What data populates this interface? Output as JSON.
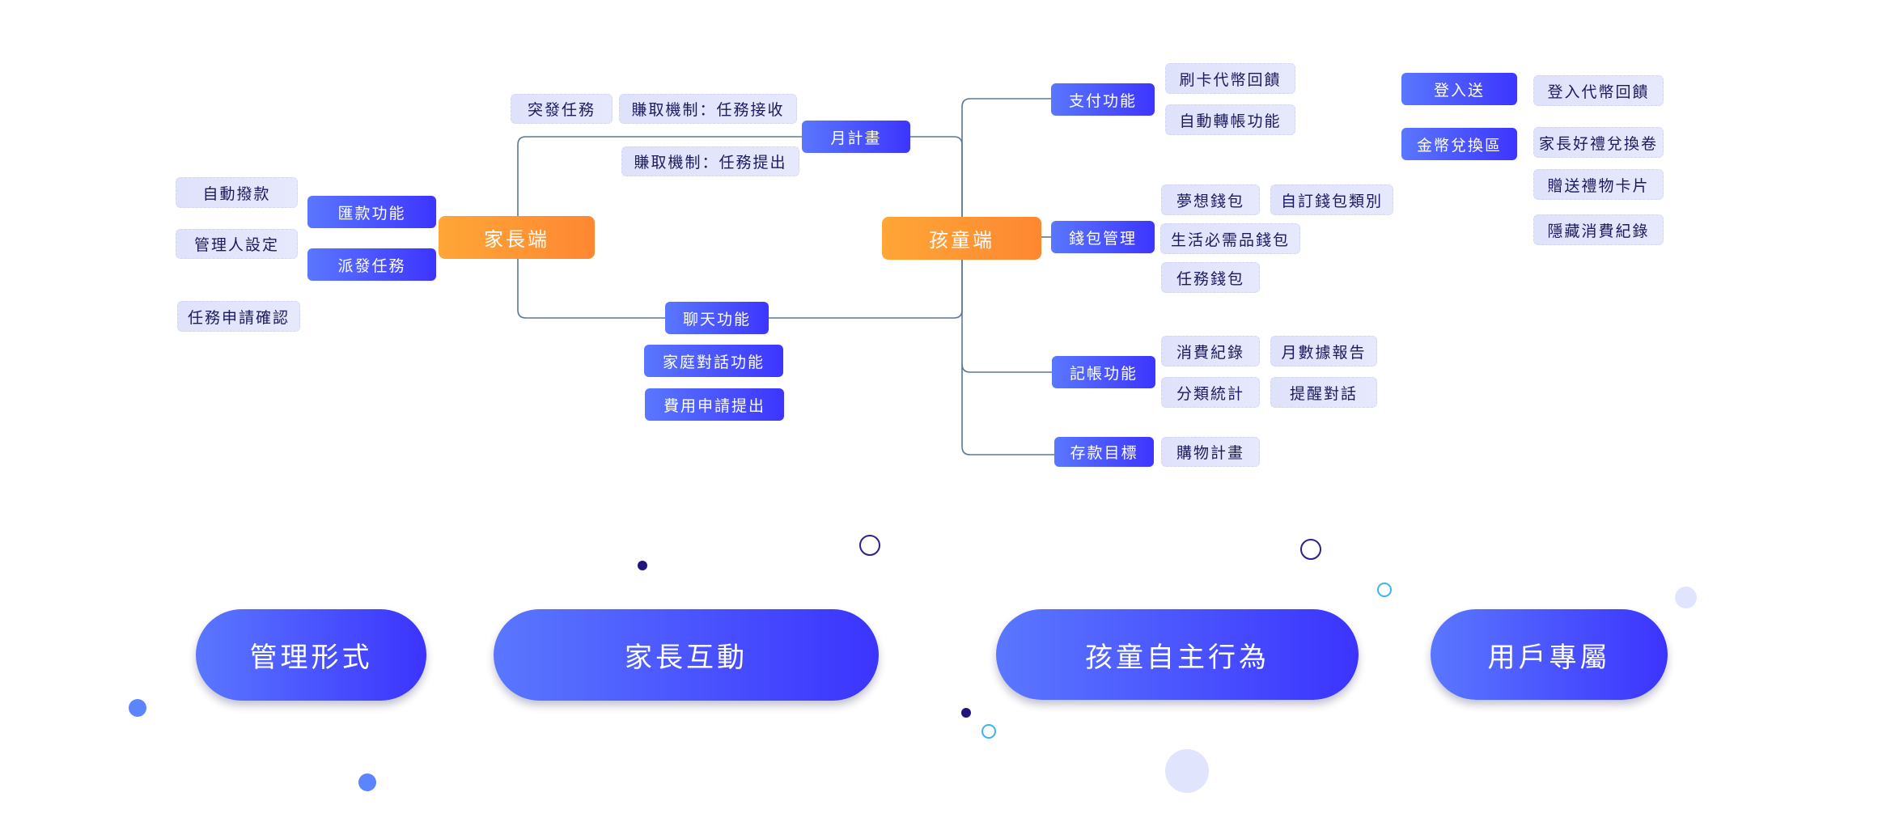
{
  "colors": {
    "root_gradient": [
      "#fea636",
      "#fe8732"
    ],
    "branch_gradient": [
      "#5a77fe",
      "#3d35fe"
    ],
    "leaf_bg": "#e1e4fb",
    "leaf_text": "#1c1a5c",
    "connector": "#5b7896"
  },
  "parent": {
    "root": "家長端",
    "branches": {
      "remit": "匯款功能",
      "dispatch": "派發任務",
      "monthly_plan": "月計畫",
      "chat": "聊天功能",
      "family_chat": "家庭對話功能",
      "expense_request": "費用申請提出"
    },
    "leaves": {
      "auto_deduct": "自動撥款",
      "admin_settings": "管理人設定",
      "task_confirm": "任務申請確認",
      "urgent_task": "突發任務",
      "earn_receive": "賺取機制：任務接收",
      "earn_submit": "賺取機制：任務提出"
    }
  },
  "child": {
    "root": "孩童端",
    "branches": {
      "payment": "支付功能",
      "wallet": "錢包管理",
      "bookkeeping": "記帳功能",
      "savings": "存款目標"
    },
    "leaves": {
      "card_token": "刷卡代幣回饋",
      "auto_transfer": "自動轉帳功能",
      "dream_wallet": "夢想錢包",
      "custom_wallet": "自訂錢包類別",
      "necessity_wallet": "生活必需品錢包",
      "task_wallet": "任務錢包",
      "spending_record": "消費紀錄",
      "monthly_report": "月數據報告",
      "category_stats": "分類統計",
      "reminder_chat": "提醒對話",
      "shopping_plan": "購物計畫"
    }
  },
  "user": {
    "branches": {
      "login_bonus": "登入送",
      "coin_exchange": "金幣兌換區"
    },
    "leaves": {
      "login_token": "登入代幣回饋",
      "parent_gift": "家長好禮兌換卷",
      "gift_card": "贈送禮物卡片",
      "hide_record": "隱藏消費紀錄"
    }
  },
  "categories": [
    {
      "label": "管理形式"
    },
    {
      "label": "家長互動"
    },
    {
      "label": "孩童自主行為"
    },
    {
      "label": "用戶專屬"
    }
  ]
}
